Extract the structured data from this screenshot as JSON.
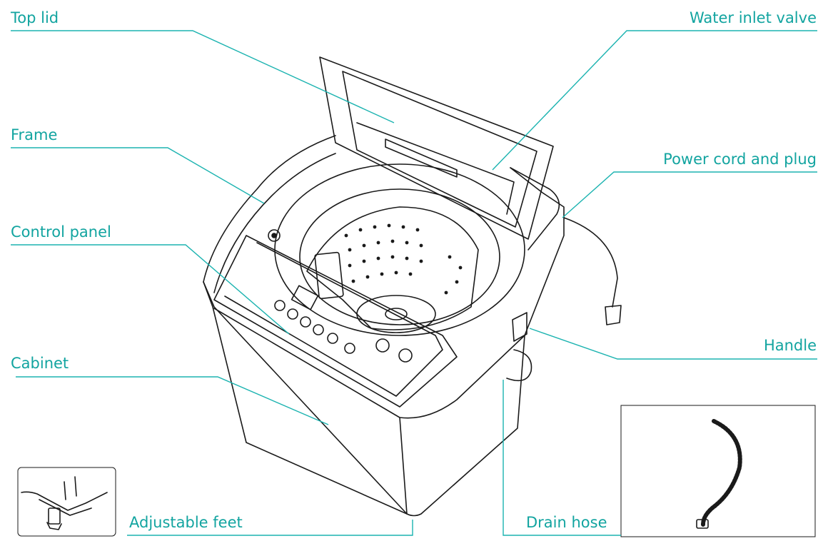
{
  "colors": {
    "leader": "#1BB3B0",
    "label": "#12A4A0",
    "drawing": "#1a1a1a"
  },
  "labels": {
    "top_lid": "Top lid",
    "water_inlet_valve": "Water inlet valve",
    "frame": "Frame",
    "power_cord": "Power cord and plug",
    "control_panel": "Control panel",
    "handle": "Handle",
    "cabinet": "Cabinet",
    "adjustable_feet": "Adjustable feet",
    "drain_hose": "Drain hose"
  }
}
